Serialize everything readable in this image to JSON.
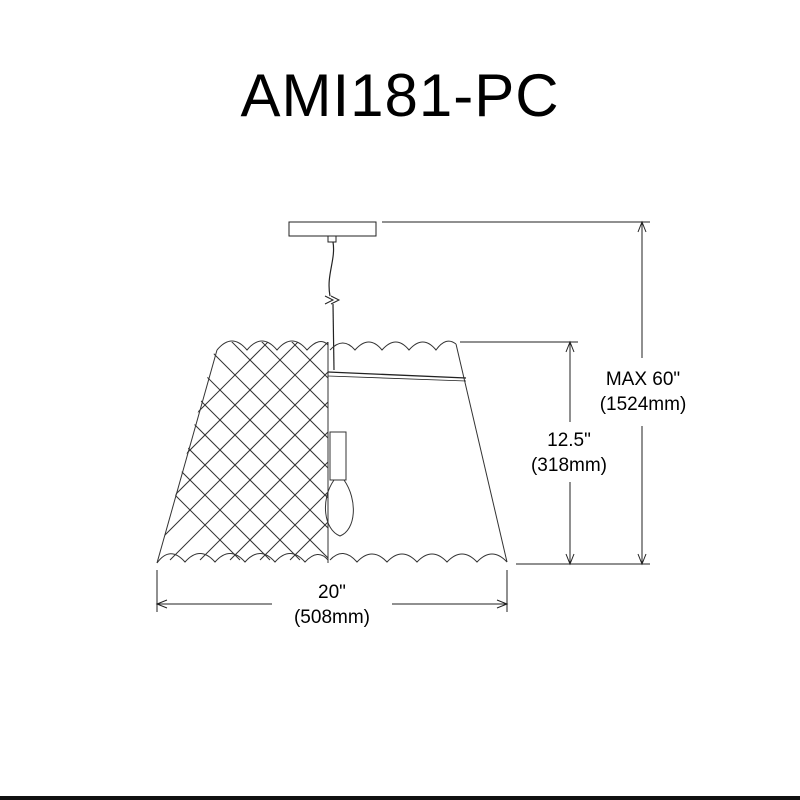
{
  "title": "AMI181-PC",
  "dimensions": {
    "overall_height": {
      "imperial": "MAX 60\"",
      "metric": "(1524mm)"
    },
    "shade_height": {
      "imperial": "12.5\"",
      "metric": "(318mm)"
    },
    "width": {
      "imperial": "20\"",
      "metric": "(508mm)"
    }
  }
}
